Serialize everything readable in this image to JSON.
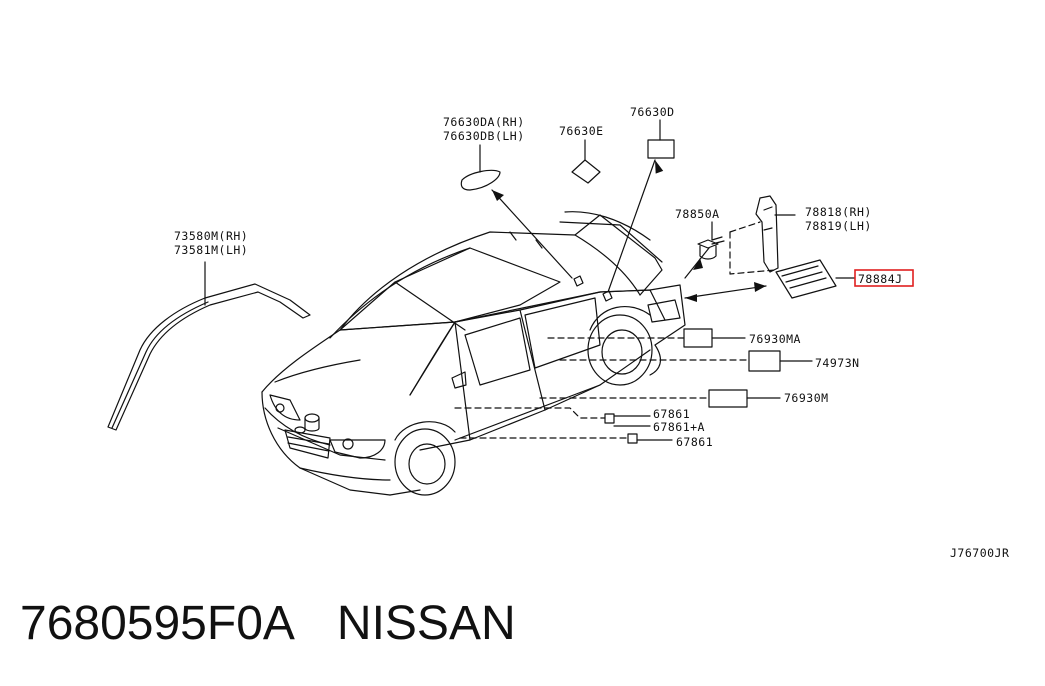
{
  "parts": {
    "p76630DA": "76630DA(RH)",
    "p76630DB": "76630DB(LH)",
    "p76630E": "76630E",
    "p76630D": "76630D",
    "p73580M": "73580M(RH)",
    "p73581M": "73581M(LH)",
    "p78850A": "78850A",
    "p78818": "78818(RH)",
    "p78819": "78819(LH)",
    "p78884J": "78884J",
    "p76930MA": "76930MA",
    "p74973N": "74973N",
    "p76930M": "76930M",
    "p67861a": "67861",
    "p67861A": "67861+A",
    "p67861b": "67861"
  },
  "diagram_code": "J76700JR",
  "footer": {
    "part_number": "7680595F0A",
    "brand": "NISSAN"
  },
  "highlight_color": "#e02020"
}
